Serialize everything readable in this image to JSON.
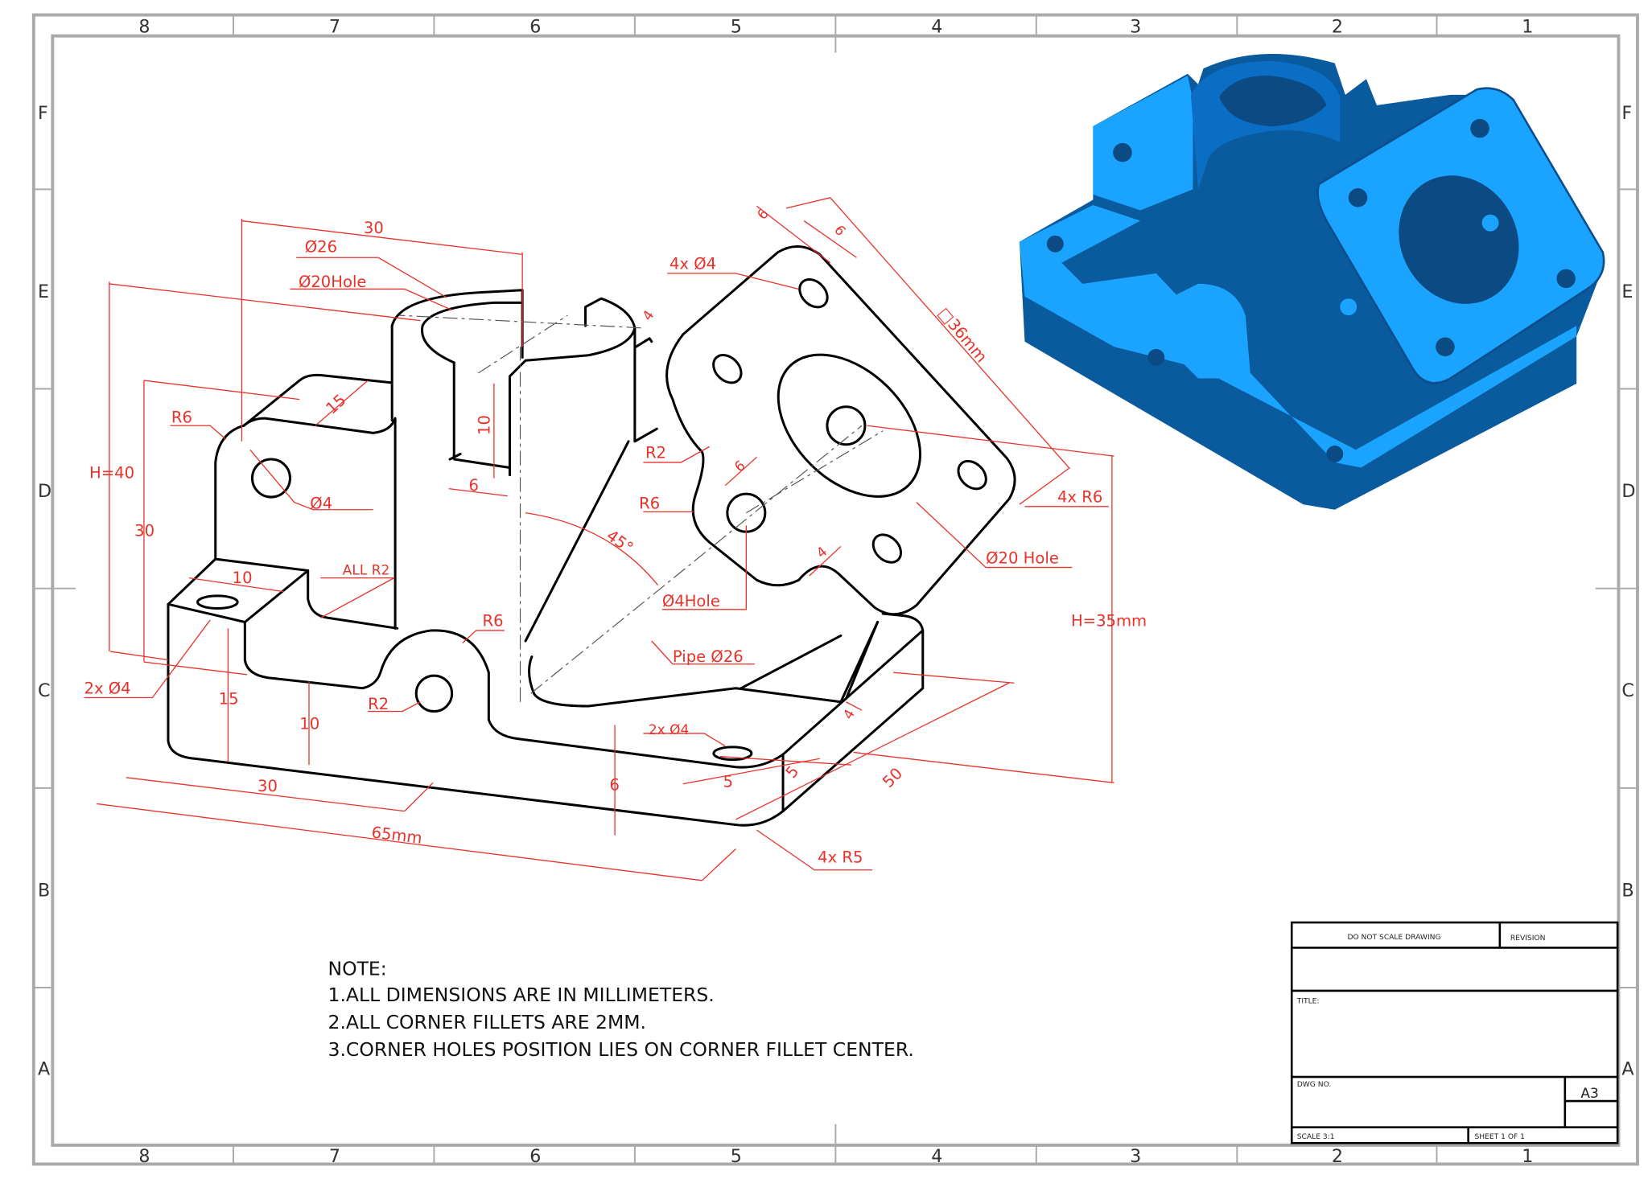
{
  "sheet": {
    "zone_columns": [
      "8",
      "7",
      "6",
      "5",
      "4",
      "3",
      "2",
      "1"
    ],
    "zone_rows": [
      "F",
      "E",
      "D",
      "C",
      "B",
      "A"
    ]
  },
  "dimensions": {
    "d30_top": "30",
    "d26": "Ø26",
    "d20hole": "Ø20Hole",
    "r6_left": "R6",
    "d15": "15",
    "h40": "H=40",
    "d30_left": "30",
    "d4_left": "Ø4",
    "d10_slot": "10",
    "d6_slot": "6",
    "d10_block": "10",
    "all_r2": "ALL R2",
    "d2x4_left": "2x Ø4",
    "d15_low": "15",
    "d10_low": "10",
    "r2_pin": "R2",
    "r6_pin": "R6",
    "d30_bottom": "30",
    "d65": "65mm",
    "d6_base": "6",
    "d45": "45°",
    "d4_gap": "4",
    "d6_flange_a": "6",
    "d6_flange_b": "6",
    "d4x4": "4x Ø4",
    "sq36": "□36mm",
    "r2_flange": "R2",
    "d6_flange_c": "6",
    "r6_flange": "R6",
    "d4_flange": "4",
    "d4hole": "Ø4Hole",
    "pipe26": "Pipe Ø26",
    "d4x_r6": "4x R6",
    "d20_hole": "Ø20 Hole",
    "h35": "H=35mm",
    "d4_base": "4",
    "d2x4_base": "2x Ø4",
    "d5_a": "5",
    "d5_b": "5",
    "d50": "50",
    "d4x_r5": "4x  R5"
  },
  "notes": {
    "heading": "NOTE:",
    "lines": [
      "1.ALL DIMENSIONS ARE IN MILLIMETERS.",
      "2.ALL CORNER FILLETS ARE 2MM.",
      "3.CORNER HOLES POSITION LIES ON CORNER FILLET CENTER."
    ]
  },
  "title_block": {
    "do_not_scale": "DO NOT SCALE DRAWING",
    "revision": "REVISION",
    "title_label": "TITLE:",
    "dwg_no_label": "DWG NO.",
    "size": "A3",
    "scale": "SCALE 3:1",
    "sheet": "SHEET 1 OF 1"
  },
  "colors": {
    "dimension": "#e8322a",
    "model_light": "#1aa3ff",
    "model_dark": "#0a5a9e"
  }
}
